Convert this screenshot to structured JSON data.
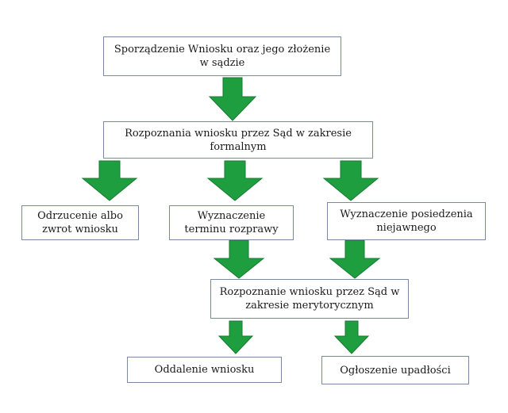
{
  "diagram": {
    "arrow_color": "#1f9e3f",
    "border_color": "#7a8aa0",
    "nodes": {
      "n1": "Sporządzenie Wniosku oraz jego złożenie w sądzie",
      "n2": "Rozpoznania wniosku przez Sąd w zakresie formalnym",
      "n3": "Odrzucenie albo zwrot wniosku",
      "n4": "Wyznaczenie terminu rozprawy",
      "n5": "Wyznaczenie posiedzenia niejawnego",
      "n6": "Rozpoznanie wniosku przez Sąd w zakresie merytorycznym",
      "n7": "Oddalenie wniosku",
      "n8": "Ogłoszenie upadłości"
    },
    "edges": [
      [
        "n1",
        "n2"
      ],
      [
        "n2",
        "n3"
      ],
      [
        "n2",
        "n4"
      ],
      [
        "n2",
        "n5"
      ],
      [
        "n4",
        "n6"
      ],
      [
        "n5",
        "n6"
      ],
      [
        "n6",
        "n7"
      ],
      [
        "n6",
        "n8"
      ]
    ]
  }
}
